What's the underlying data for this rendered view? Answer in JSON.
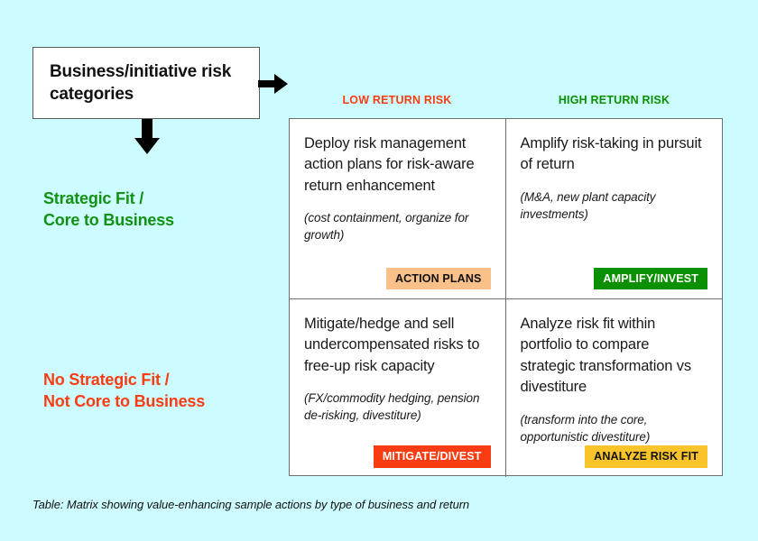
{
  "page": {
    "background_color": "#CCFCFF",
    "caption": "Table: Matrix showing value-enhancing sample actions by type of business and return"
  },
  "title_box": {
    "text": "Business/initiative risk categories"
  },
  "arrows": {
    "right_arrow_name": "arrow-right-icon",
    "down_arrow_name": "arrow-down-icon",
    "color": "#000000"
  },
  "columns": [
    {
      "id": "low",
      "label": "LOW RETURN RISK",
      "color": "#FA3C12"
    },
    {
      "id": "high",
      "label": "HIGH RETURN RISK",
      "color": "#0A9000"
    }
  ],
  "rows": [
    {
      "id": "strategic",
      "label": "Strategic Fit /\nCore to Business",
      "line1": "Strategic Fit /",
      "line2": "Core to Business",
      "color": "#139113"
    },
    {
      "id": "nostrategic",
      "label": "No Strategic Fit /\nNot Core to Business",
      "line1": "No Strategic Fit /",
      "line2": "Not Core to Business",
      "color": "#FA3C12"
    }
  ],
  "matrix": {
    "cells": [
      {
        "id": "low-strategic",
        "main": "Deploy risk management action plans for risk-aware return enhancement",
        "sub": "(cost containment, organize for growth)",
        "badge_label": "ACTION PLANS",
        "badge_bg": "#F9C08A",
        "badge_text_color": "#111111"
      },
      {
        "id": "high-strategic",
        "main": "Amplify risk-taking in pursuit of return",
        "sub": "(M&A, new plant capacity investments)",
        "badge_label": "AMPLIFY/INVEST",
        "badge_bg": "#0A9000",
        "badge_text_color": "#FFFFFF"
      },
      {
        "id": "low-nostrategic",
        "main": "Mitigate/hedge and sell undercompensated risks to free-up risk capacity",
        "sub": "(FX/commodity hedging, pension de-risking, divestiture)",
        "badge_label": "MITIGATE/DIVEST",
        "badge_bg": "#FA3C12",
        "badge_text_color": "#FFFFFF"
      },
      {
        "id": "high-nostrategic",
        "main": "Analyze risk fit within portfolio to compare strategic transformation vs divestiture",
        "sub": "(transform into the core, opportunistic divestiture)",
        "badge_label": "ANALYZE RISK FIT",
        "badge_bg": "#F9C32A",
        "badge_text_color": "#111111"
      }
    ]
  }
}
